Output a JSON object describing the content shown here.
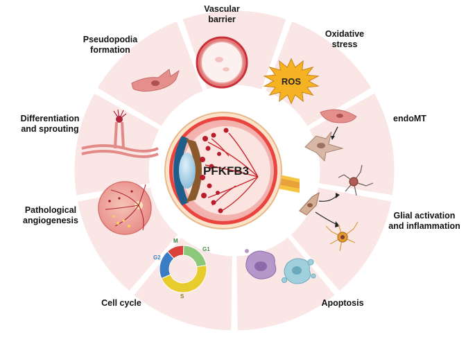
{
  "diagram": {
    "center_label": "PFKFB3",
    "segments": [
      {
        "id": "vascular-barrier",
        "label": "Vascular\nbarrier"
      },
      {
        "id": "oxidative-stress",
        "label": "Oxidative\nstress",
        "badge": "ROS"
      },
      {
        "id": "endomt",
        "label": "endoMT"
      },
      {
        "id": "glial-activation",
        "label": "Glial activation\nand inflammation"
      },
      {
        "id": "apoptosis",
        "label": "Apoptosis"
      },
      {
        "id": "cell-cycle",
        "label": "Cell cycle",
        "phases": [
          {
            "name": "M",
            "fraction": 0.12,
            "color": "#d9413a"
          },
          {
            "name": "G1",
            "fraction": 0.22,
            "color": "#8cc77b"
          },
          {
            "name": "S",
            "fraction": 0.46,
            "color": "#e8cc2e"
          },
          {
            "name": "G2",
            "fraction": 0.2,
            "color": "#3a7dc4"
          }
        ]
      },
      {
        "id": "pathological-angiogenesis",
        "label": "Pathological\nangiogenesis"
      },
      {
        "id": "differentiation-sprouting",
        "label": "Differentiation\nand sprouting"
      },
      {
        "id": "pseudopodia-formation",
        "label": "Pseudopodia\nformation"
      }
    ]
  },
  "colors": {
    "segment_fill": "#f9e6e5",
    "segment_stroke": "#ffffff",
    "eye_white": "#fbe7e4",
    "iris": "#8a5a2c",
    "vessel": "#c9252d"
  }
}
